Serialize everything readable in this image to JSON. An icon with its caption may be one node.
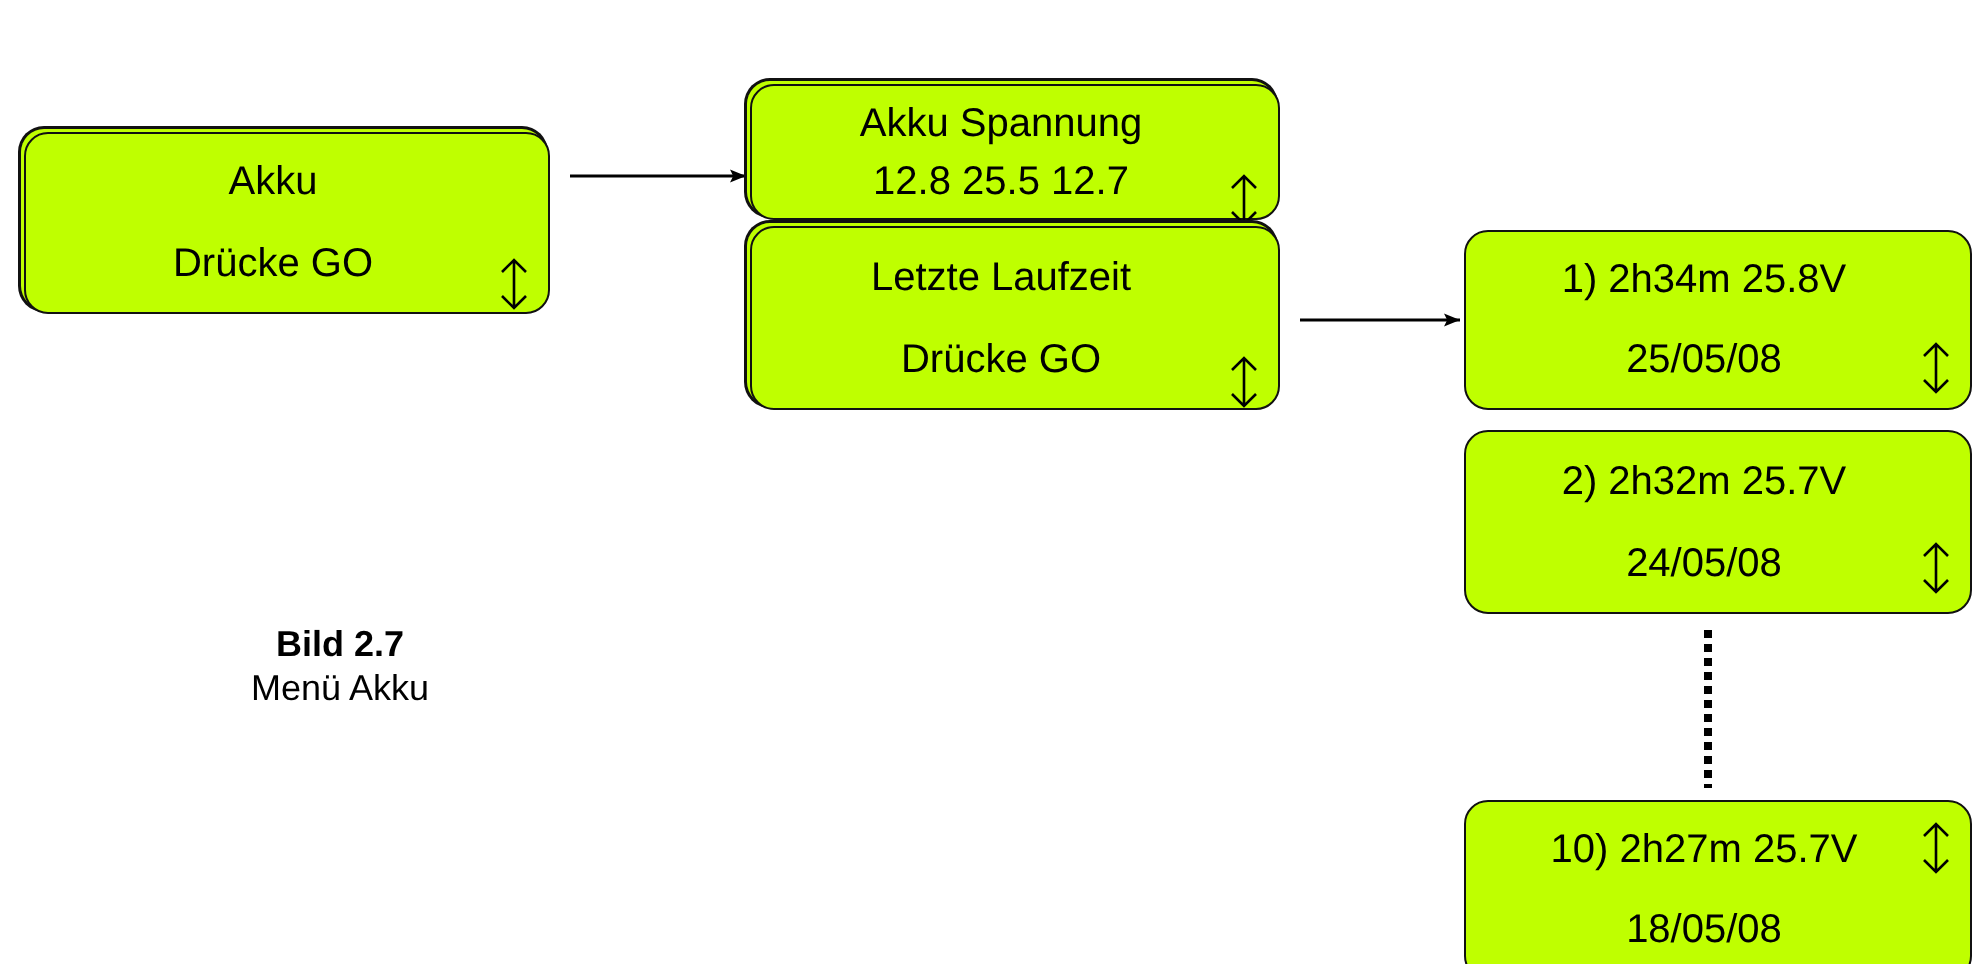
{
  "diagram": {
    "caption": "**Bild 2.7** Menü Akku",
    "nodes": [
      {
        "text": [
          "Akku",
          "Drücke GO"
        ]
      },
      {
        "text": [
          "Akku Spannung",
          "12.8 25.5 12.7"
        ]
      },
      {
        "text": [
          "Letzte Laufzeit",
          "Drücke GO"
        ]
      },
      {
        "text": [
          "1) 2h34m 25.8V",
          "25/05/08"
        ]
      },
      {
        "text": [
          "2) 2h32m 25.7V",
          "24/05/08"
        ]
      },
      {
        "text": [
          "10) 2h27m 25.7V",
          "18/05/08"
        ]
      }
    ],
    "edges": [
      {
        "from": 0,
        "to": 1,
        "arrow": "to"
      },
      {
        "from": 2,
        "to": 3,
        "arrow": "to"
      },
      {
        "from": 4,
        "to": 5,
        "arrow": "none",
        "style": "dashed"
      }
    ]
  }
}
